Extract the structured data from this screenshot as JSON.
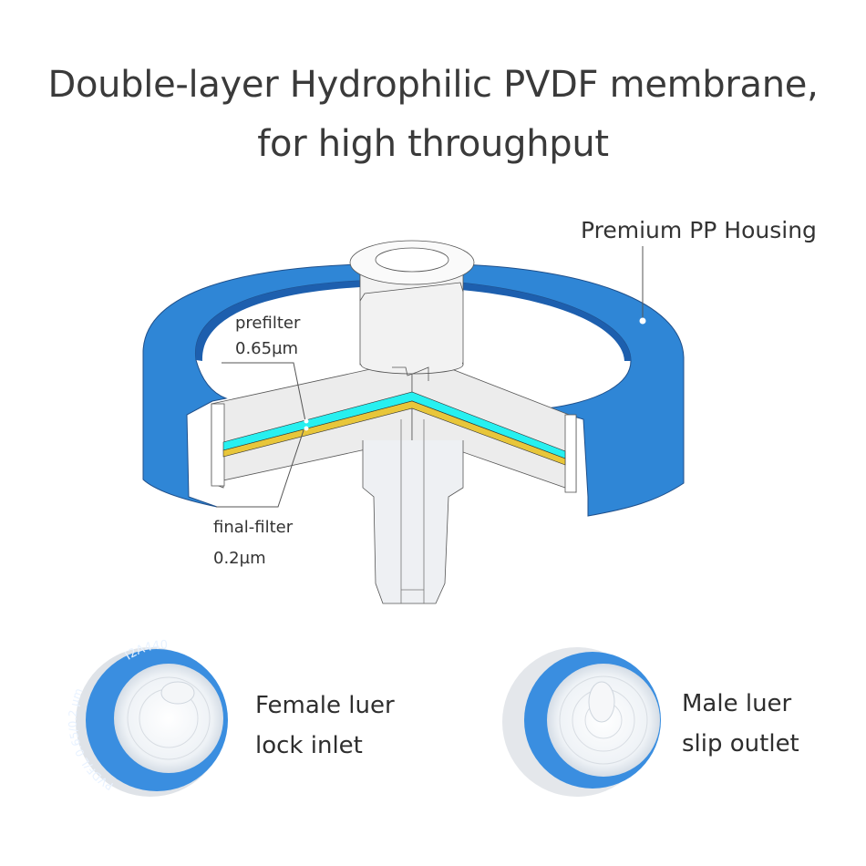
{
  "title": {
    "line1": "Double-layer Hydrophilic PVDF membrane,",
    "line2": "for high throughput"
  },
  "diagram": {
    "housing_label": "Premium PP Housing",
    "prefilter_label": "prefilter",
    "prefilter_size": "0.65µm",
    "finalfilter_label": "final-filter",
    "finalfilter_size": "0.2µm",
    "colors": {
      "housing": "#2f86d6",
      "housing_dark": "#1d5fae",
      "prefilter_membrane": "#27f0f0",
      "finalfilter_membrane": "#e8c63a",
      "body": "#ececec"
    }
  },
  "photos": [
    {
      "caption_line1": "Female luer",
      "caption_line2": "lock inlet",
      "ring_text_top": "I2A440",
      "ring_text_side": "PVDF/L 0.65/0.2 µm"
    },
    {
      "caption_line1": "Male luer",
      "caption_line2": "slip outlet"
    }
  ]
}
